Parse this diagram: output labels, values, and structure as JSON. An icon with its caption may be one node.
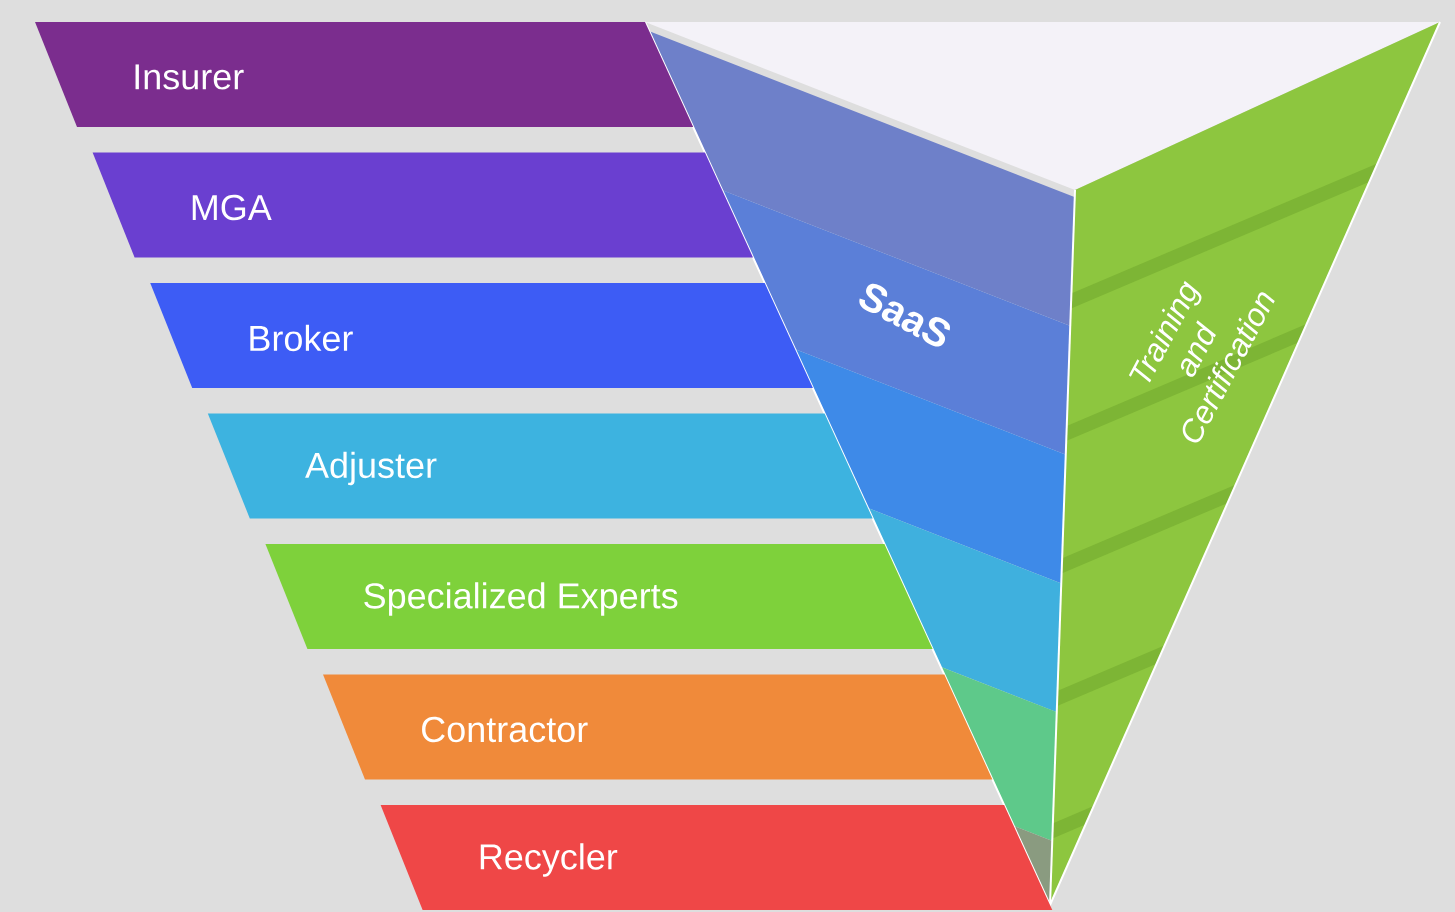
{
  "diagram": {
    "nodes": [
      {
        "text": [
          "Insurer"
        ]
      },
      {
        "text": [
          "MGA"
        ]
      },
      {
        "text": [
          "Broker"
        ]
      },
      {
        "text": [
          "Adjuster"
        ]
      },
      {
        "text": [
          "Specialized Experts"
        ]
      },
      {
        "text": [
          "Contractor"
        ]
      },
      {
        "text": [
          "Recycler"
        ]
      },
      {
        "text": [
          "SaaS"
        ]
      },
      {
        "text": [
          "Training and Certification"
        ]
      }
    ]
  }
}
